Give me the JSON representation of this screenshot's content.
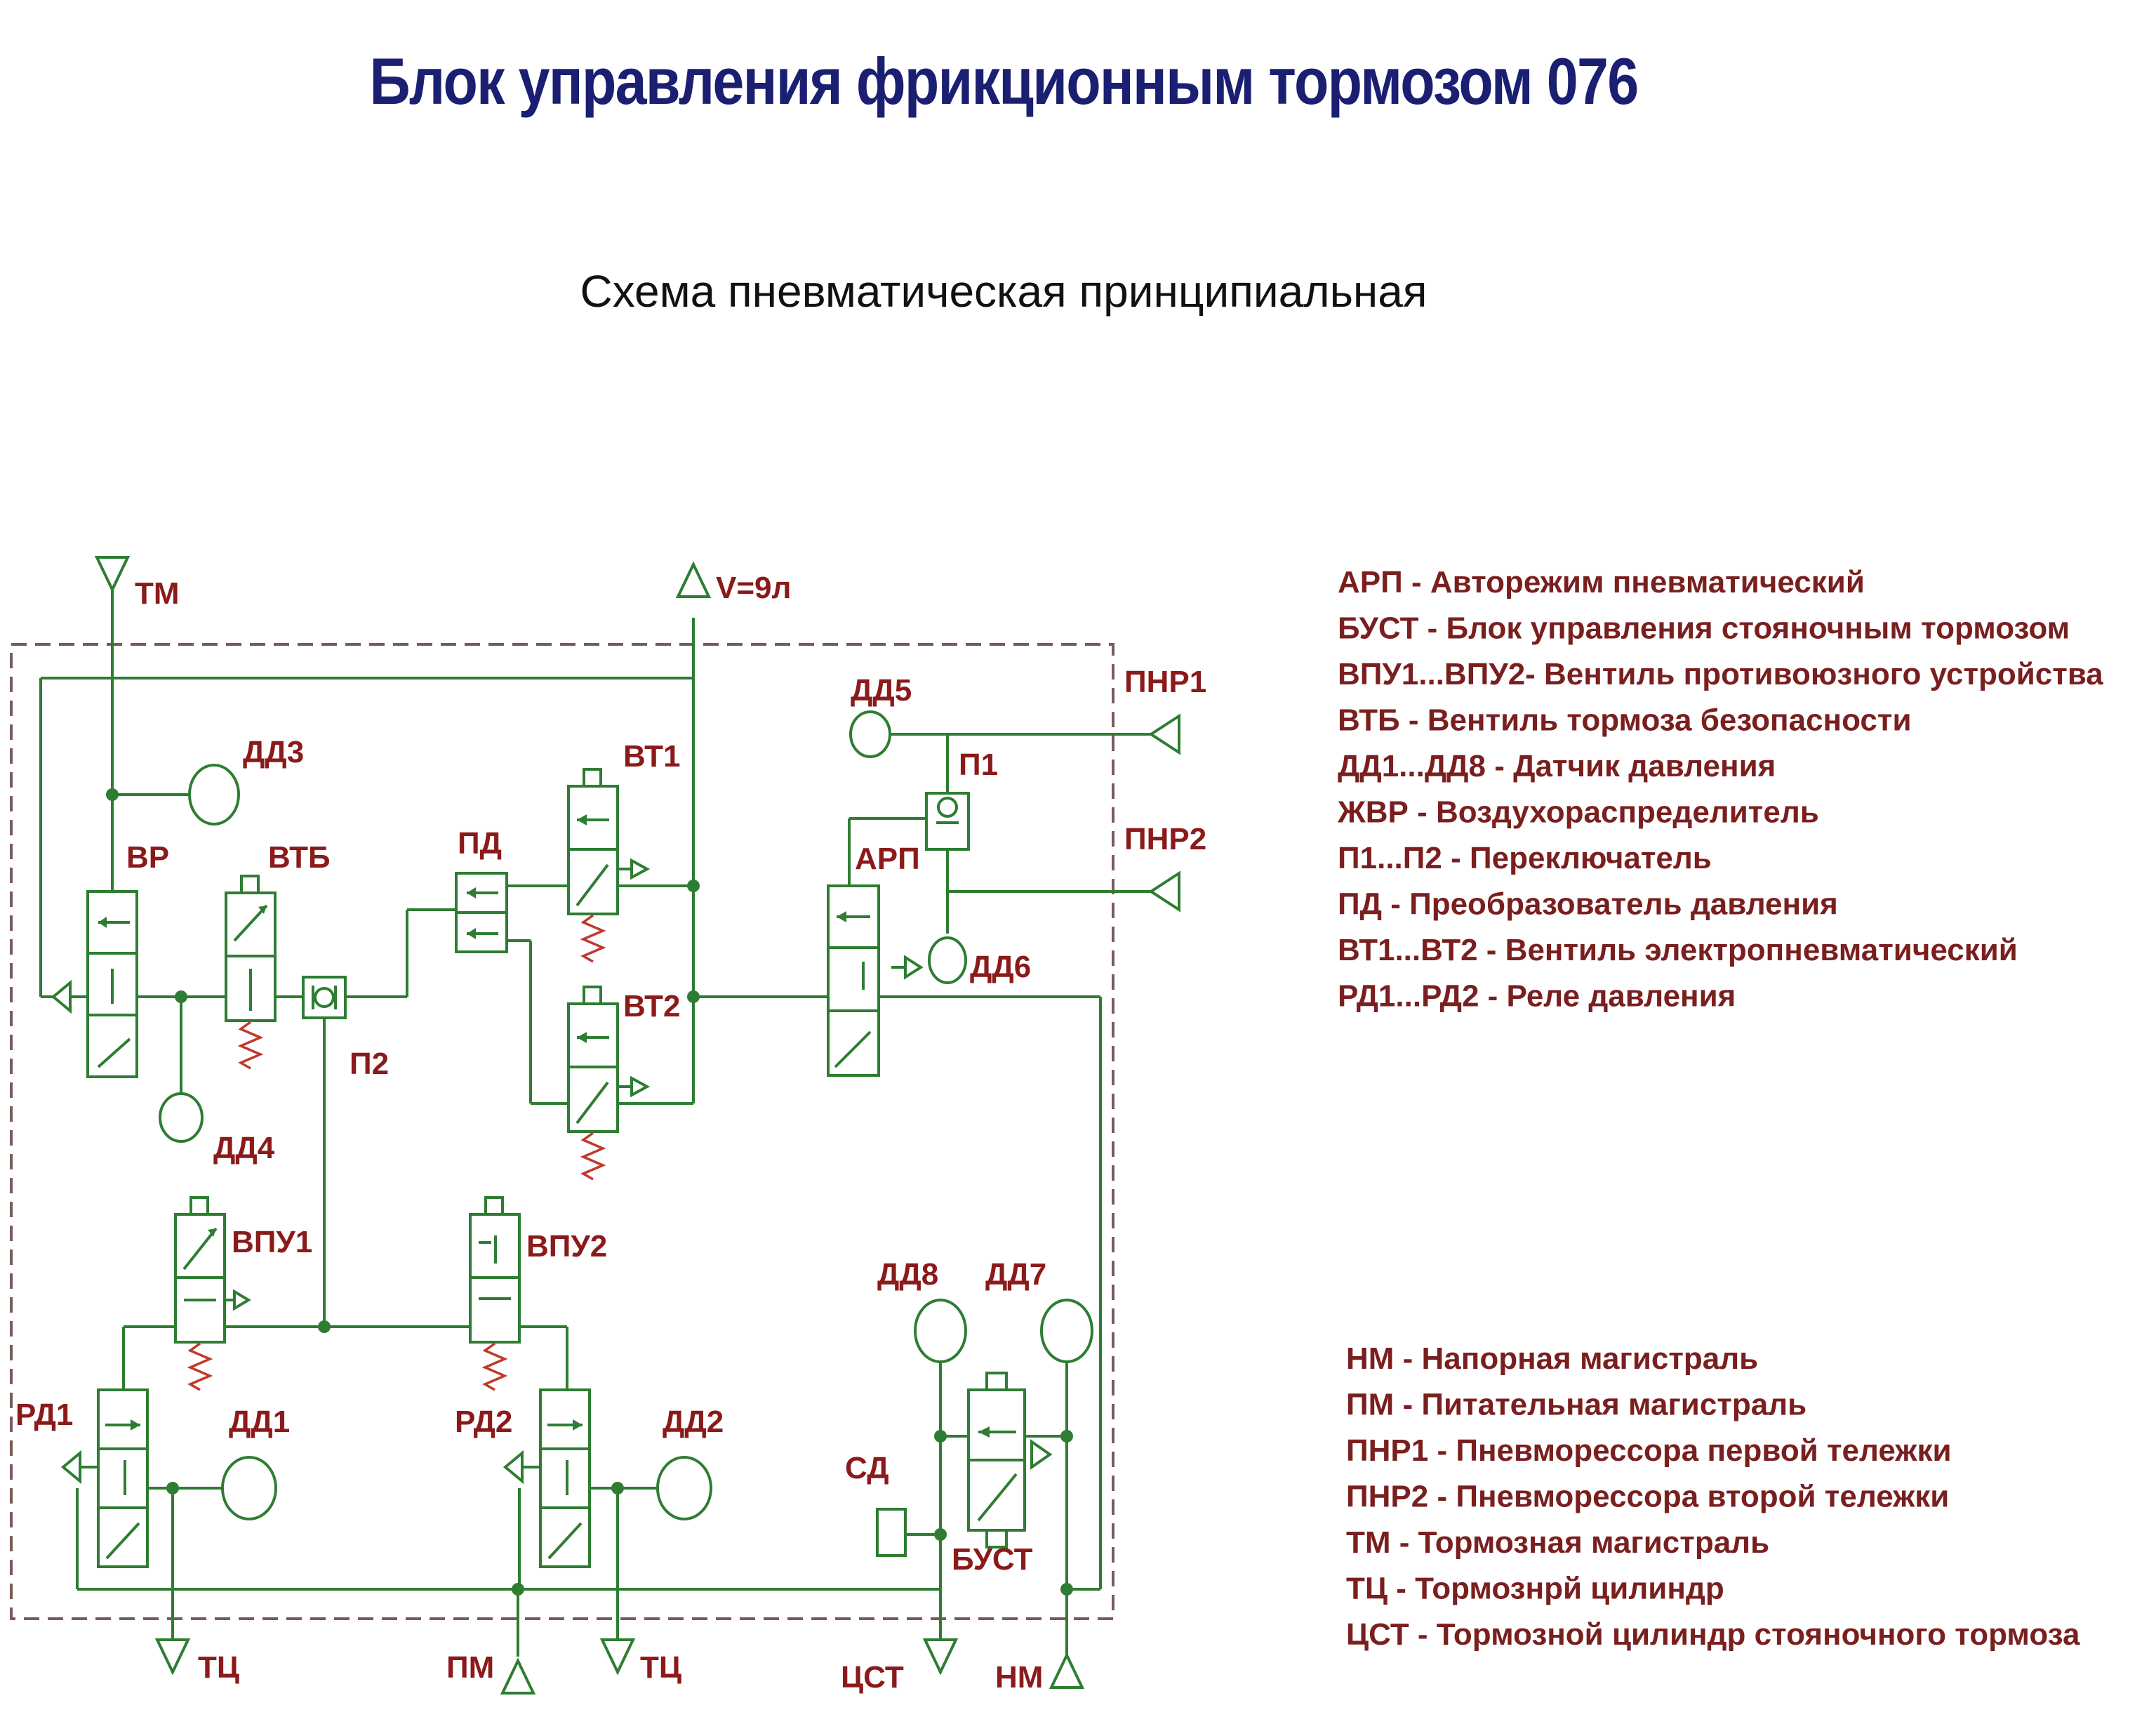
{
  "title": "Блок управления фрикционным тормозом 076",
  "subtitle": "Схема пневматическая принципиальная",
  "labels": {
    "tm": "ТМ",
    "v9": "V=9л",
    "dd5": "ДД5",
    "pnr1": "ПНР1",
    "dd3": "ДД3",
    "vt1": "ВТ1",
    "p1": "П1",
    "vr": "ВР",
    "vtb": "ВТБ",
    "pd": "ПД",
    "arp": "АРП",
    "pnr2": "ПНР2",
    "dd6": "ДД6",
    "vt2": "ВТ2",
    "p2": "П2",
    "dd4": "ДД4",
    "vpu1": "ВПУ1",
    "vpu2": "ВПУ2",
    "dd8": "ДД8",
    "dd7": "ДД7",
    "rd1": "РД1",
    "dd1": "ДД1",
    "rd2": "РД2",
    "dd2": "ДД2",
    "sd": "СД",
    "bust": "БУСТ",
    "tc1": "ТЦ",
    "pm": "ПМ",
    "tc2": "ТЦ",
    "cst": "ЦСТ",
    "nm": "НМ"
  },
  "legend_top": [
    "АРП - Авторежим пневматический",
    "БУСТ - Блок управления стояночным тормозом",
    "ВПУ1...ВПУ2- Вентиль противоюзного устройства",
    "ВТБ - Вентиль тормоза безопасности",
    "ДД1...ДД8 - Датчик давления",
    "ЖВР - Воздухораспределитель",
    "П1...П2 - Переключатель",
    "ПД - Преобразователь давления",
    "ВТ1...ВТ2 - Вентиль электропневматический",
    "РД1...РД2 - Реле давления"
  ],
  "legend_bottom": [
    "НМ - Напорная магистраль",
    "ПМ - Питательная магистраль",
    "ПНР1 - Пневморессора первой тележки",
    "ПНР2 - Пневморессора второй тележки",
    "ТМ - Тормозная магистраль",
    "ТЦ - Тормознрй цилиндр",
    "ЦСТ - Тормозной цилиндр стояночного тормоза"
  ],
  "colors": {
    "title": "#1b1f72",
    "lines": "#2e7d32",
    "labels": "#8b1a1a",
    "frame": "#7a5b5b",
    "springs": "#c0392b"
  }
}
